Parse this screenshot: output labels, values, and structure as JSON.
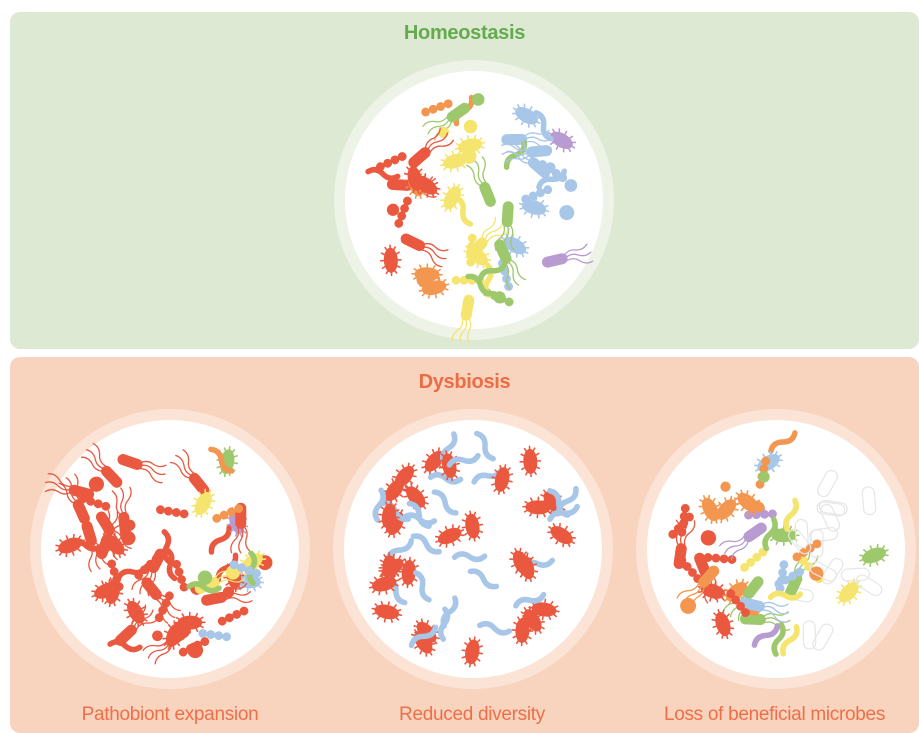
{
  "homeostasis": {
    "title": "Homeostasis"
  },
  "dysbiosis": {
    "title": "Dysbiosis",
    "panels": [
      {
        "caption": "Pathobiont expansion"
      },
      {
        "caption": "Reduced diversity"
      },
      {
        "caption": "Loss of beneficial microbes"
      }
    ]
  },
  "colors": {
    "homeostasis_bg": "#dde9d3",
    "dysbiosis_bg": "#f8d3bd",
    "red": "#e9583f",
    "orange": "#f3964f",
    "yellow": "#f5e46d",
    "green": "#9ec86c",
    "blue": "#a7c6e8",
    "purple": "#b89bd1",
    "ghost": "#e6e6e6"
  }
}
